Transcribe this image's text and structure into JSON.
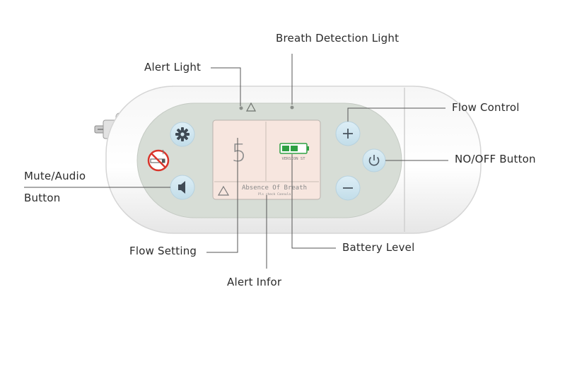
{
  "labels": {
    "breath_detection_light": "Breath Detection Light",
    "alert_light": "Alert Light",
    "flow_control": "Flow Control",
    "on_off_button": "NO/OFF Button",
    "mute_audio_line1": "Mute/Audio",
    "mute_audio_line2": "Button",
    "flow_setting": "Flow Setting",
    "battery_level": "Battery Level",
    "alert_info": "Alert Infor"
  },
  "screen": {
    "flow_value": "5",
    "battery_caption": "VERSION ST",
    "alert_message": "Absence Of Breath",
    "alert_submessage": "Pls check Cannula"
  },
  "icons": {
    "settings": "gear-icon",
    "no_smoking": "no-smoking-icon",
    "mute": "speaker-icon",
    "plus": "plus-icon",
    "minus": "minus-icon",
    "power": "power-icon",
    "alert": "warning-triangle-icon",
    "battery": "battery-icon"
  },
  "colors": {
    "button_blue": "#cfe6f1",
    "panel_gray": "#d7ddd6",
    "screen_pink": "#f7e6df",
    "battery_green": "#2ea043",
    "no_smoking_red": "#d9352b"
  }
}
